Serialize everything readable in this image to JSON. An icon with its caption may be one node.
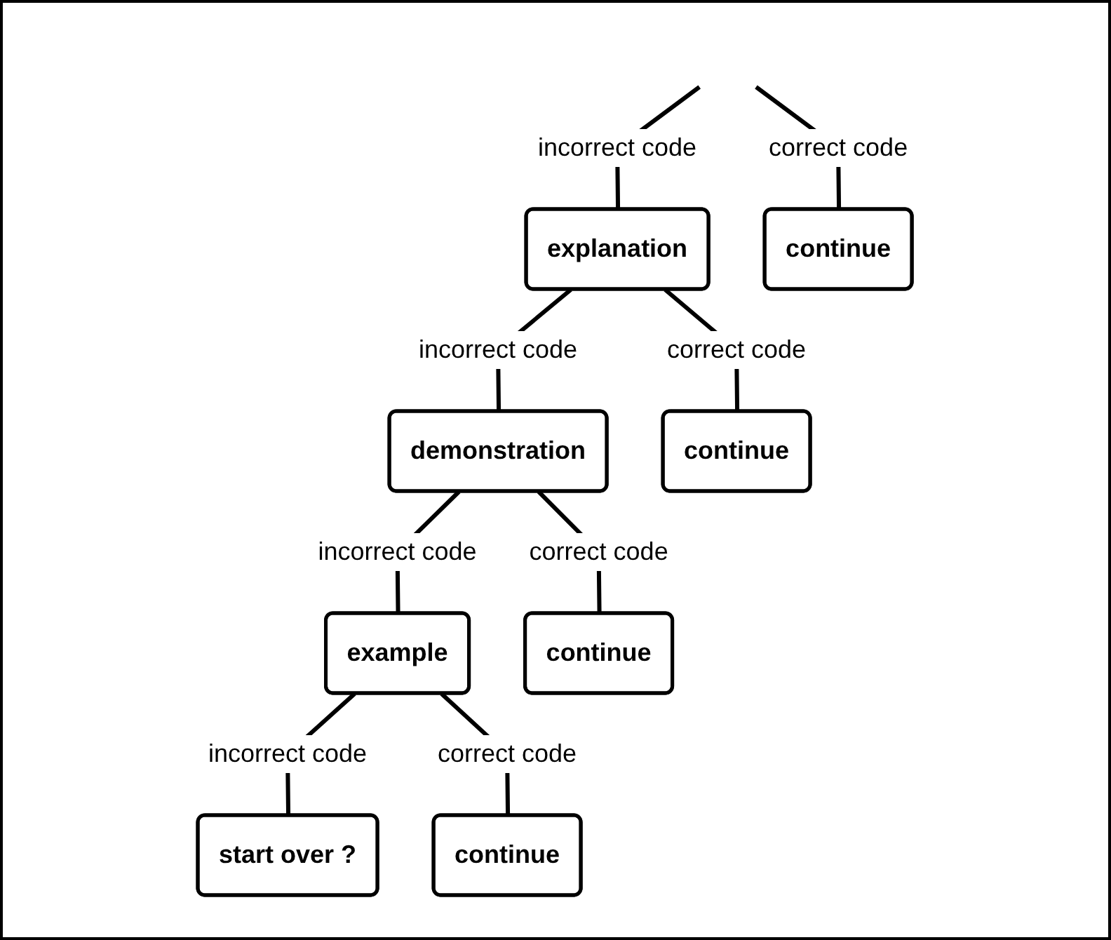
{
  "diagram": {
    "nodes": [
      {
        "text": [
          "explanation"
        ]
      },
      {
        "text": [
          "continue"
        ]
      },
      {
        "text": [
          "demonstration"
        ]
      },
      {
        "text": [
          "continue"
        ]
      },
      {
        "text": [
          "example"
        ]
      },
      {
        "text": [
          "continue"
        ]
      },
      {
        "text": [
          "start over ?"
        ]
      },
      {
        "text": [
          "continue"
        ]
      }
    ],
    "edges": [
      {
        "from": null,
        "to": 0,
        "arrow": "none",
        "label": "incorrect code"
      },
      {
        "from": null,
        "to": 1,
        "arrow": "none",
        "label": "correct code"
      },
      {
        "from": 0,
        "to": 2,
        "arrow": "none",
        "label": "incorrect code"
      },
      {
        "from": 0,
        "to": 3,
        "arrow": "none",
        "label": "correct code"
      },
      {
        "from": 2,
        "to": 4,
        "arrow": "none",
        "label": "incorrect code"
      },
      {
        "from": 2,
        "to": 5,
        "arrow": "none",
        "label": "correct code"
      },
      {
        "from": 4,
        "to": 6,
        "arrow": "none",
        "label": "incorrect code"
      },
      {
        "from": 4,
        "to": 7,
        "arrow": "none",
        "label": "correct code"
      }
    ]
  }
}
